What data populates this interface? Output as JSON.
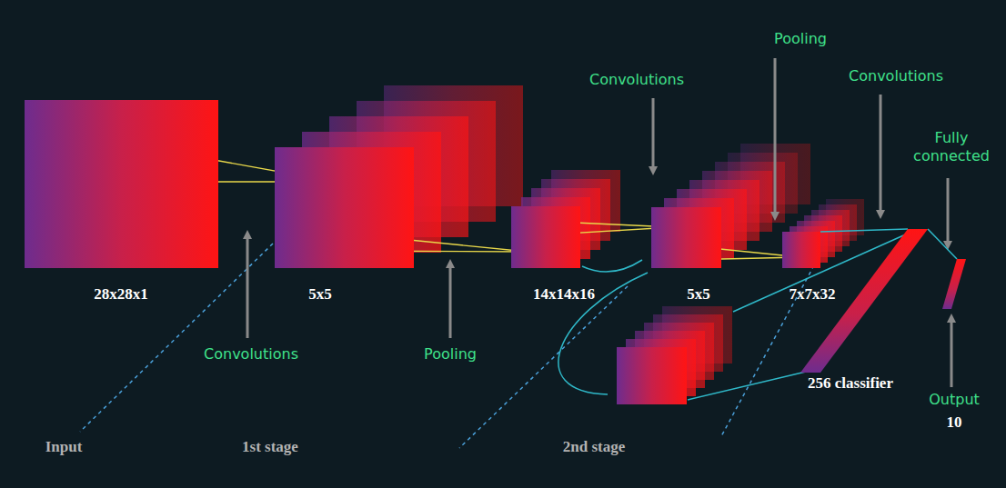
{
  "diagram": {
    "nodes": [
      {
        "text": [
          "28x28x1"
        ]
      },
      {
        "text": [
          "5x5"
        ]
      },
      {
        "text": [
          "14x14x16"
        ]
      },
      {
        "text": [
          "5x5"
        ]
      },
      {
        "text": [
          "7x7x32"
        ]
      },
      {
        "text": [
          "256 classifier"
        ]
      },
      {
        "text": [
          "10"
        ]
      }
    ],
    "edges": [
      {
        "from": 4,
        "to": 5,
        "arrow": "none"
      },
      {
        "from": 5,
        "to": 6,
        "arrow": "none"
      }
    ],
    "labels": [
      "Pooling",
      "Convolutions",
      "Convolutions",
      "Fully connected",
      "Convolutions",
      "Pooling",
      "Output",
      "Input",
      "1st stage",
      "2nd stage"
    ]
  }
}
